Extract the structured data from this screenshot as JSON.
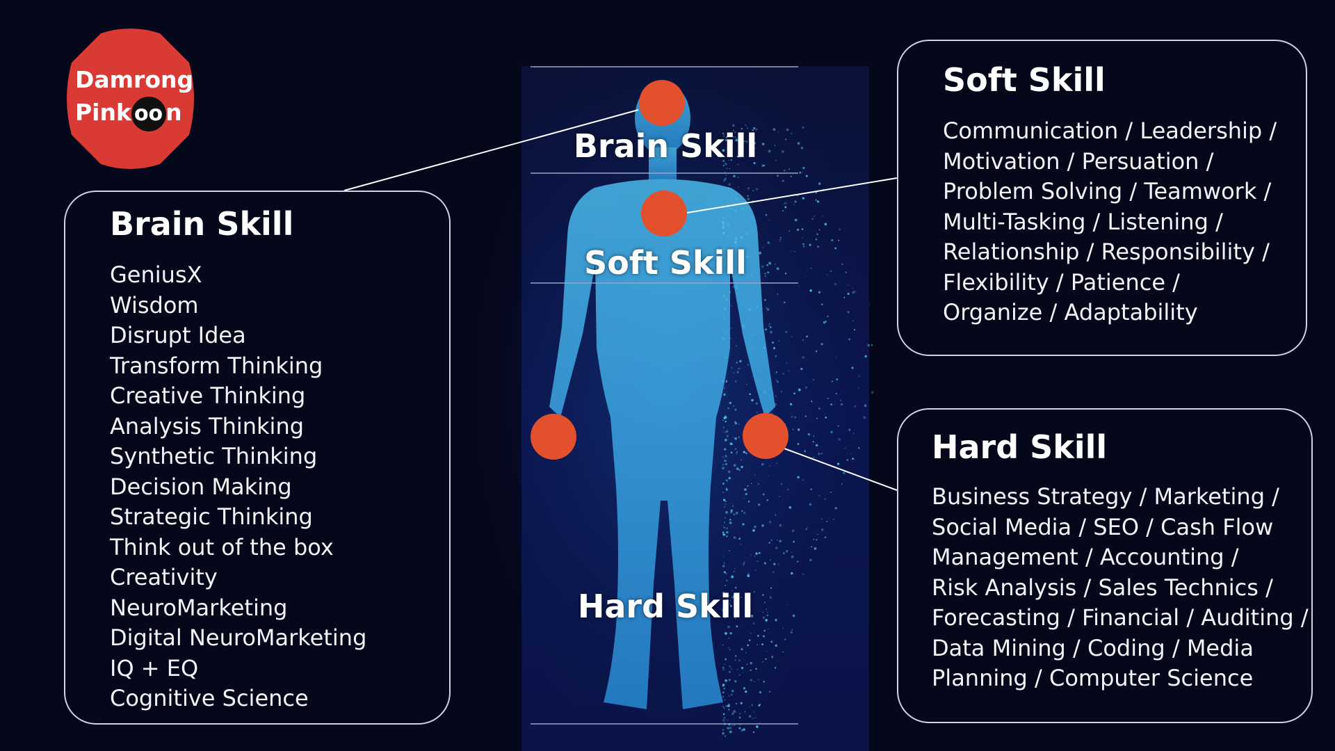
{
  "logo": {
    "line1": "Damrong",
    "line2_start": "Pink",
    "line2_eyes": "oo",
    "line2_end": "n",
    "color": "#d93a33"
  },
  "figure": {
    "zones": [
      "Brain Skill",
      "Soft Skill",
      "Hard Skill"
    ],
    "marker_color": "#e2502e",
    "figure_color": "#3fb0ea"
  },
  "brain_skill": {
    "title": "Brain Skill",
    "items": [
      "GeniusX",
      "Wisdom",
      "Disrupt Idea",
      "Transform Thinking",
      "Creative Thinking",
      "Analysis Thinking",
      "Synthetic Thinking",
      "Decision Making",
      "Strategic Thinking",
      "Think out of the box",
      "Creativity",
      "NeuroMarketing",
      "Digital NeuroMarketing",
      "IQ + EQ",
      "Cognitive Science"
    ]
  },
  "soft_skill": {
    "title": "Soft Skill",
    "lines": [
      "Communication / Leadership /",
      "Motivation / Persuation /",
      "Problem Solving / Teamwork /",
      "Multi-Tasking / Listening /",
      "Relationship / Responsibility /",
      "Flexibility / Patience /",
      "Organize / Adaptability"
    ]
  },
  "hard_skill": {
    "title": "Hard Skill",
    "lines": [
      "Business Strategy / Marketing /",
      "Social Media / SEO / Cash Flow",
      "Management / Accounting /",
      "Risk Analysis / Sales Technics /",
      "Forecasting / Financial / Auditing /",
      "Data Mining / Coding / Media",
      "Planning / Computer Science"
    ]
  },
  "colors": {
    "background": "#05071a",
    "panel_border": "#cfd3e6",
    "text": "#ffffff"
  }
}
